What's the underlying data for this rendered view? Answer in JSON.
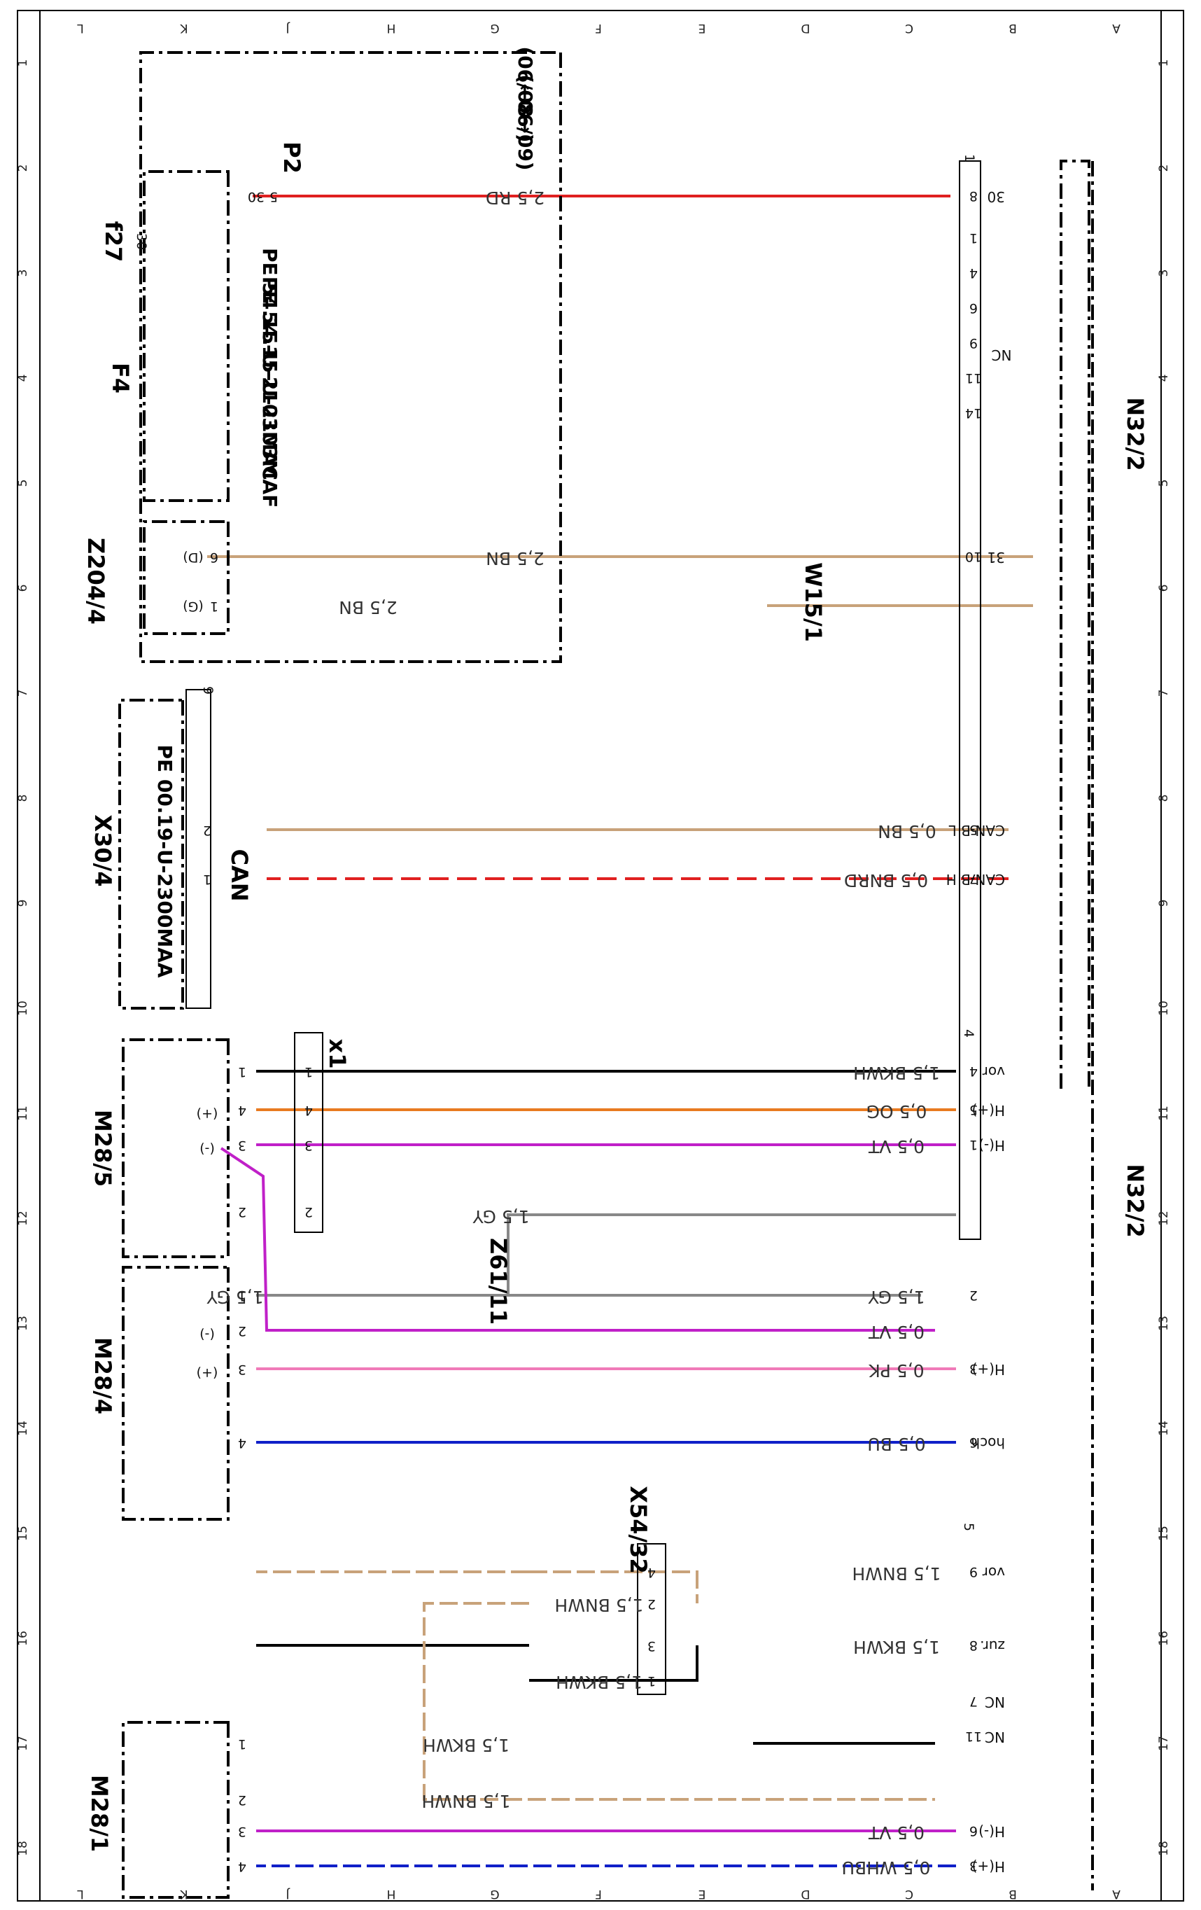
{
  "sheet": {
    "columns": [
      "L",
      "K",
      "J",
      "H",
      "G",
      "F",
      "E",
      "D",
      "C",
      "B",
      "A"
    ],
    "rows": [
      "1",
      "2",
      "3",
      "4",
      "5",
      "6",
      "7",
      "8",
      "9",
      "10",
      "11",
      "12",
      "13",
      "14",
      "15",
      "16",
      "17",
      "18"
    ]
  },
  "components": {
    "n32_2_top": "N32/2",
    "n32_2_bottom": "N32/2",
    "f4": "F4",
    "f27": "f27",
    "f27_value": "30",
    "p2": "P2",
    "z204_4": "Z204/4",
    "w15_1": "W15/1",
    "x30_4": "X30/4",
    "x30_4_can": "CAN",
    "m28_5": "M28/5",
    "m28_4": "M28/4",
    "m28_1": "M28/1",
    "x1": "x1",
    "z61_11": "Z61/11",
    "x54_32": "X54/32",
    "validity": "(06/08→)",
    "validity2": "(←06/09)"
  },
  "refs": {
    "pe1": "PE 54.15-U-2103MAC",
    "pe2": "PE 54.15-U-2103MAF",
    "pe3": "PE 00.19-U-2300MAA"
  },
  "connector_numbers": {
    "c1": "1",
    "c4": "4",
    "c5": "5",
    "c9": "9"
  },
  "wires": [
    {
      "spec": "2,5 RD",
      "color": "#e02020"
    },
    {
      "spec": "2,5 BN",
      "color": "#c8a27a"
    },
    {
      "spec": "2,5 BN",
      "color": "#c8a27a"
    },
    {
      "spec": "0,5 BN",
      "color": "#c8a27a"
    },
    {
      "spec": "0,5 BNRD",
      "color": "#e02020"
    },
    {
      "spec": "1,5 BKWH",
      "color": "#000000"
    },
    {
      "spec": "0,5 OG",
      "color": "#e87a20"
    },
    {
      "spec": "0,5 VT",
      "color": "#c020c8"
    },
    {
      "spec": "1,5 GY",
      "color": "#888888"
    },
    {
      "spec": "1,5 GY",
      "color": "#888888"
    },
    {
      "spec": "1,5 GY",
      "color": "#888888"
    },
    {
      "spec": "0,5 VT",
      "color": "#c020c8"
    },
    {
      "spec": "0,5 PK",
      "color": "#f07ab8"
    },
    {
      "spec": "0,5 BU",
      "color": "#1020c8"
    },
    {
      "spec": "1,5 BNWH",
      "color": "#c8a27a"
    },
    {
      "spec": "1,5 BNWH",
      "color": "#c8a27a"
    },
    {
      "spec": "1,5 BKWH",
      "color": "#000000"
    },
    {
      "spec": "1,5 BKWH",
      "color": "#000000"
    },
    {
      "spec": "1,5 BKWH",
      "color": "#000000"
    },
    {
      "spec": "1,5 BNWH",
      "color": "#c8a27a"
    },
    {
      "spec": "0,5 VT",
      "color": "#c020c8"
    },
    {
      "spec": "0,5 WHBU",
      "color": "#1020c8"
    }
  ],
  "n32_pins": [
    {
      "pin": "8",
      "signal": "30"
    },
    {
      "pin": "1",
      "signal": ""
    },
    {
      "pin": "4",
      "signal": ""
    },
    {
      "pin": "6",
      "signal": ""
    },
    {
      "pin": "9",
      "signal": ""
    },
    {
      "pin": "11",
      "signal": ""
    },
    {
      "pin": "14",
      "signal": ""
    },
    {
      "pin": "10",
      "signal": "31"
    },
    {
      "pin": "5",
      "signal": "CAN-B L"
    },
    {
      "pin": "7",
      "signal": "CAN-B H"
    },
    {
      "pin": "4",
      "signal": "vor"
    },
    {
      "pin": "5",
      "signal": "H(+)"
    },
    {
      "pin": "1",
      "signal": "H(-)"
    },
    {
      "pin": "2",
      "signal": ""
    },
    {
      "pin": "3",
      "signal": "H(+)"
    },
    {
      "pin": "6",
      "signal": "hoch"
    },
    {
      "pin": "9",
      "signal": "vor"
    },
    {
      "pin": "8",
      "signal": "zur."
    },
    {
      "pin": "7",
      "signal": "NC"
    },
    {
      "pin": "11",
      "signal": "NC"
    },
    {
      "pin": "6",
      "signal": "H(-)"
    },
    {
      "pin": "3",
      "signal": "H(+)"
    }
  ],
  "nc_label": "NC",
  "pins": {
    "p2_5": "5",
    "f4_30": "30",
    "z_6": "6",
    "z_1": "1",
    "z_d": "(D)",
    "z_g": "(G)",
    "x30_2": "2",
    "x30_1": "1",
    "m285_1": "1",
    "m285_4": "4",
    "m285_3": "3",
    "m285_2": "2",
    "x1_1": "1",
    "x1_4": "4",
    "x1_3": "3",
    "x1_2": "2",
    "m284_1": "1",
    "m284_2": "2",
    "m284_3": "3",
    "m284_4": "4",
    "x54_4": "4",
    "x54_2": "2",
    "x54_3": "3",
    "x54_1": "1",
    "m281_1": "1",
    "m281_2": "2",
    "m281_3": "3",
    "m281_4": "4",
    "plus": "(+)",
    "minus": "(-)"
  }
}
